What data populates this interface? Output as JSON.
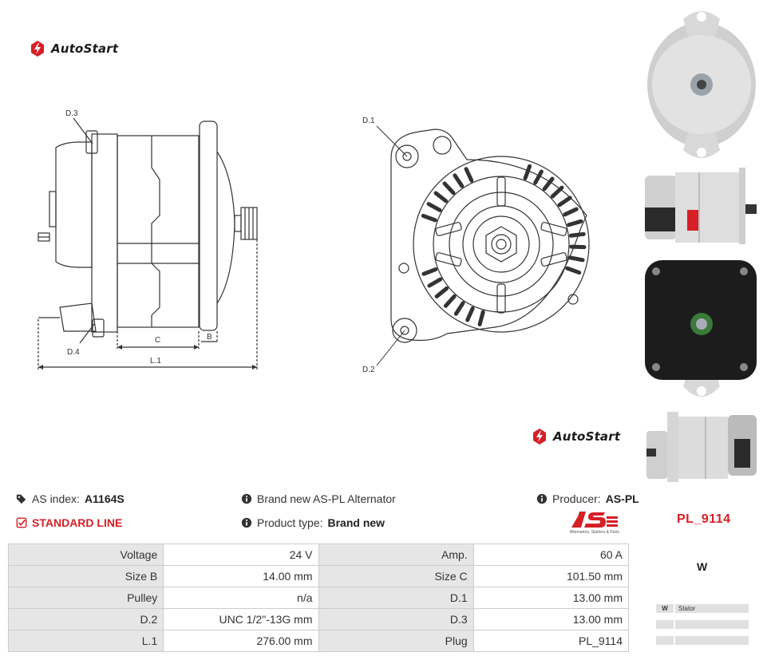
{
  "brand": {
    "name": "AutoStart"
  },
  "labels": {
    "d1": "D.1",
    "d2": "D.2",
    "d3": "D.3",
    "d4": "D.4",
    "c": "C",
    "b": "B",
    "l1": "L.1"
  },
  "info": {
    "as_index_label": "AS index:",
    "as_index_value": "A1164S",
    "standard_line": "STANDARD LINE",
    "brand_new": "Brand new AS-PL Alternator",
    "product_type_label": "Product type:",
    "product_type_value": "Brand new",
    "producer_label": "Producer:",
    "producer_value": "AS-PL",
    "aspl_tagline": "Alternators, Starters & Parts"
  },
  "specs": [
    {
      "l1": "Voltage",
      "v1": "24 V",
      "l2": "Amp.",
      "v2": "60 A"
    },
    {
      "l1": "Size B",
      "v1": "14.00 mm",
      "l2": "Size C",
      "v2": "101.50 mm"
    },
    {
      "l1": "Pulley",
      "v1": "n/a",
      "l2": "D.1",
      "v2": "13.00 mm"
    },
    {
      "l1": "D.2",
      "v1": "UNC 1/2\"-13G mm",
      "l2": "D.3",
      "v2": "13.00 mm"
    },
    {
      "l1": "L.1",
      "v1": "276.00 mm",
      "l2": "Plug",
      "v2": "PL_9114"
    }
  ],
  "plug": {
    "code": "PL_9114",
    "w_header": "W"
  },
  "stator_table": [
    {
      "c1": "W",
      "c2": "Stator"
    },
    {
      "c1": "",
      "c2": ""
    },
    {
      "c1": "",
      "c2": ""
    }
  ],
  "colors": {
    "accent_red": "#d61f26",
    "label_bg": "#e6e6e6"
  }
}
